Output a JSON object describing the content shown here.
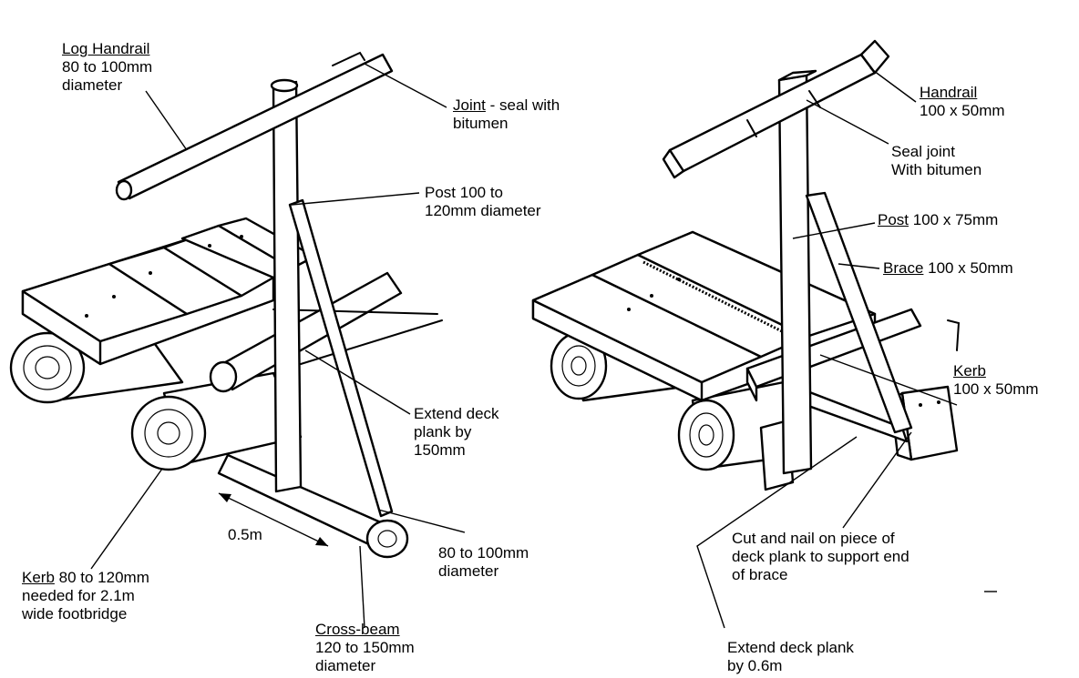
{
  "left": {
    "log_handrail": {
      "term": "Log Handrail",
      "lines": [
        "80 to 100mm",
        "diameter"
      ]
    },
    "joint": {
      "term": "Joint",
      "rest": " - seal with",
      "line2": "bitumen"
    },
    "post": {
      "lines": [
        "Post 100 to",
        "120mm diameter"
      ]
    },
    "extend": {
      "lines": [
        "Extend deck",
        "plank by",
        "150mm"
      ]
    },
    "dimension": "0.5m",
    "brace_diameter": {
      "lines": [
        "80 to 100mm",
        "diameter"
      ]
    },
    "kerb": {
      "term": "Kerb",
      "rest": " 80 to 120mm",
      "lines": [
        "needed for 2.1m",
        "wide footbridge"
      ]
    },
    "crossbeam": {
      "term": "Cross-beam",
      "lines": [
        "120 to 150mm",
        "diameter"
      ]
    }
  },
  "right": {
    "handrail": {
      "term": "Handrail",
      "lines": [
        "100 x 50mm"
      ]
    },
    "seal": {
      "lines": [
        "Seal joint",
        "With bitumen"
      ]
    },
    "post": {
      "term": "Post",
      "rest": " 100 x 75mm"
    },
    "brace": {
      "term": "Brace",
      "rest": " 100 x 50mm"
    },
    "kerb": {
      "term": "Kerb",
      "lines": [
        "100 x 50mm"
      ]
    },
    "cut": {
      "lines": [
        "Cut and nail on piece of",
        "deck plank to support end",
        "of brace"
      ]
    },
    "extend": {
      "lines": [
        "Extend deck plank",
        "by 0.6m"
      ]
    }
  }
}
